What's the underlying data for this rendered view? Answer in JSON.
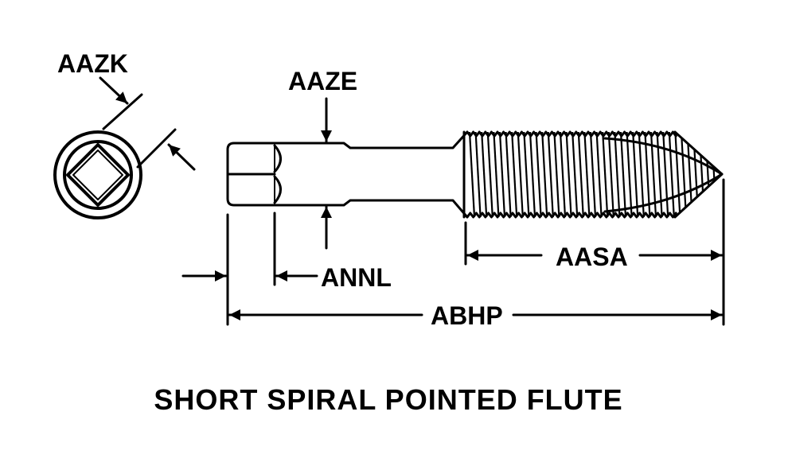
{
  "title": "SHORT SPIRAL POINTED FLUTE",
  "labels": {
    "aazk": "AAZK",
    "aaze": "AAZE",
    "annl": "ANNL",
    "aasa": "AASA",
    "abhp": "ABHP"
  },
  "colors": {
    "ink": "#000000",
    "background": "#ffffff"
  }
}
